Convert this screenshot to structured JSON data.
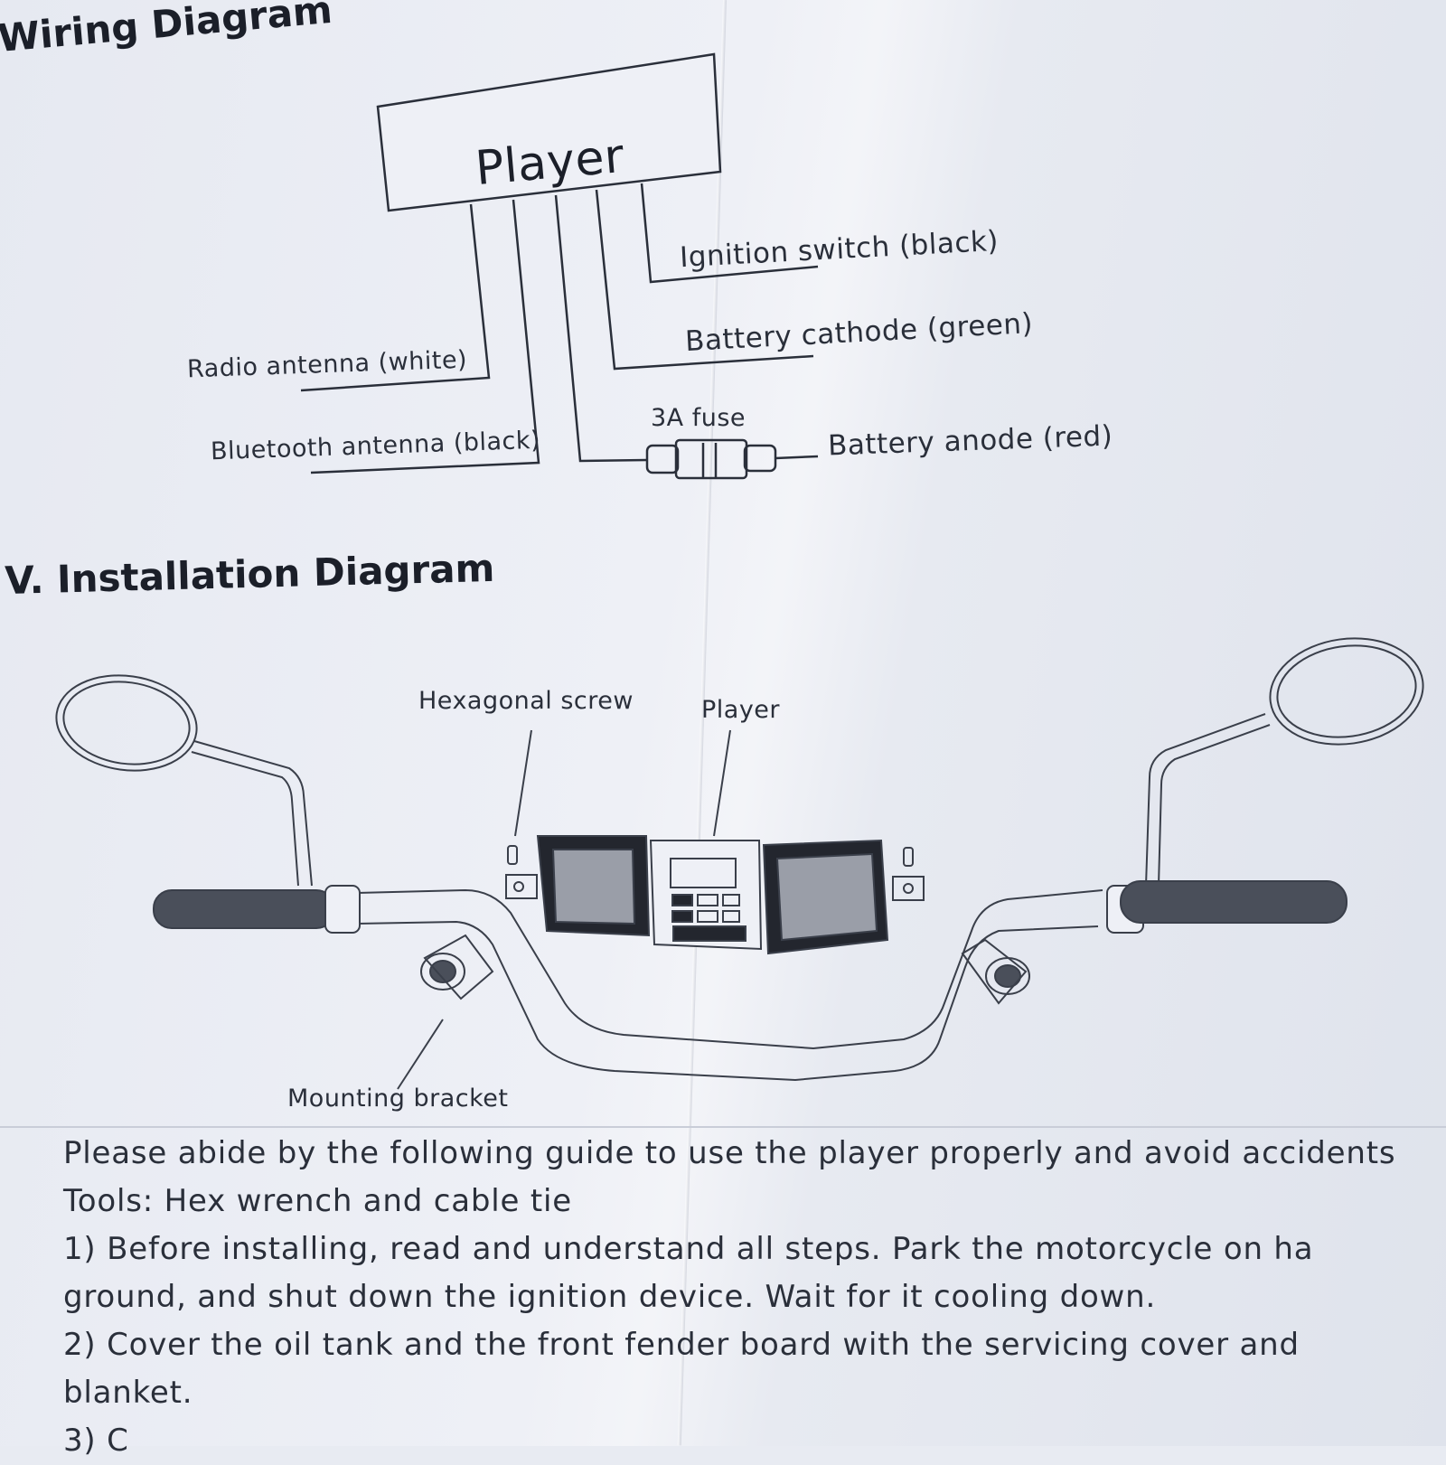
{
  "wiring_diagram": {
    "title": "Wiring Diagram",
    "player_label": "Player",
    "wires": {
      "ignition_switch": "Ignition switch (black)",
      "battery_cathode": "Battery cathode (green)",
      "radio_antenna": "Radio antenna (white)",
      "bluetooth_antenna": "Bluetooth antenna (black)",
      "fuse": "3A fuse",
      "battery_anode": "Battery anode (red)"
    }
  },
  "installation_diagram": {
    "title": "V. Installation Diagram",
    "callouts": {
      "hexagonal_screw": "Hexagonal screw",
      "player": "Player",
      "mounting_bracket": "Mounting bracket"
    }
  },
  "instructions": {
    "intro": "Please abide by the following guide to use the player properly and avoid accidents",
    "tools": "Tools: Hex wrench and cable tie",
    "step1_line1": "1) Before installing, read and understand all steps. Park the motorcycle on ha",
    "step1_line2": "ground, and shut down the ignition device. Wait for it cooling down.",
    "step2_line1": "2) Cover the oil tank and the front fender board with the servicing cover and",
    "step2_line2": "blanket.",
    "step3_partial": "3) C"
  }
}
